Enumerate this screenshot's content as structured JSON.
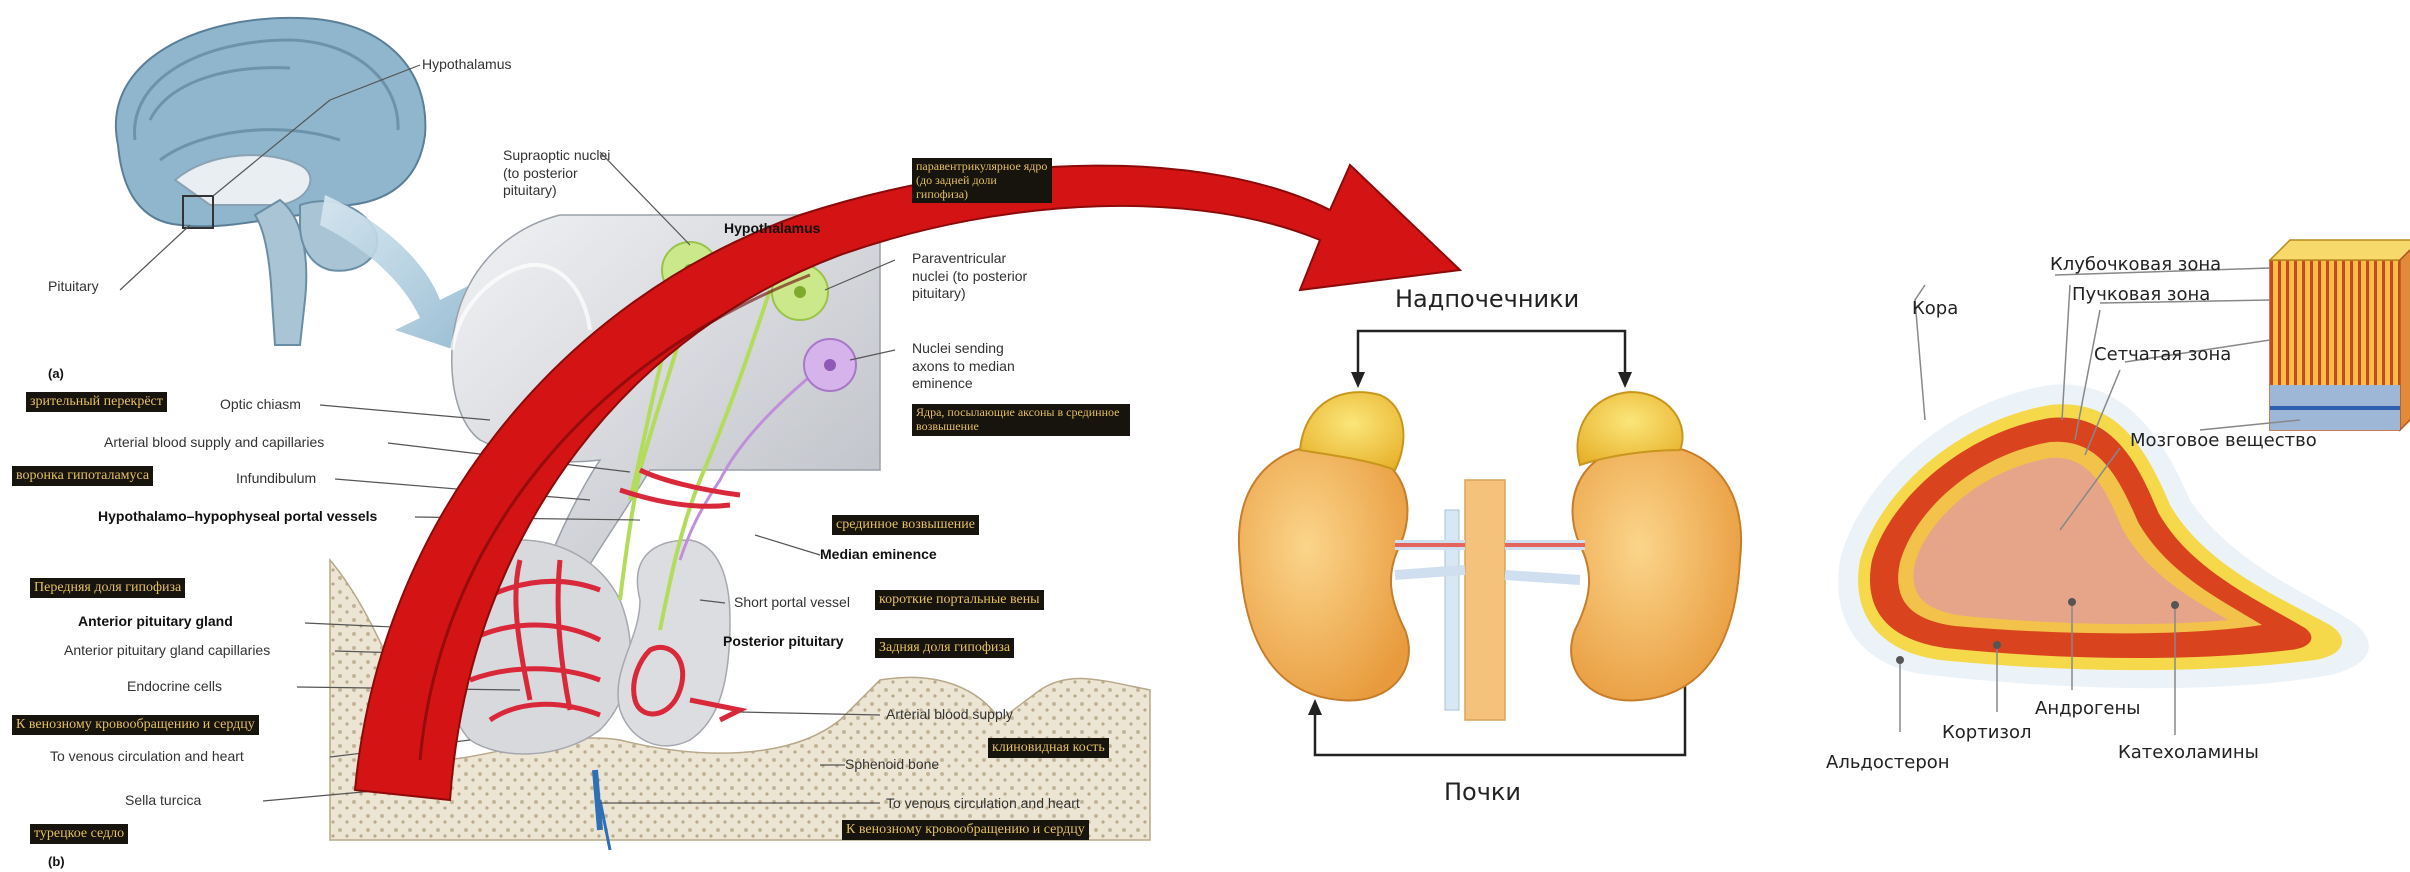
{
  "panel_markers": {
    "a": "(a)",
    "b": "(b)"
  },
  "brain_labels": {
    "hypothalamus": "Hypothalamus",
    "pituitary": "Pituitary"
  },
  "detail_labels": {
    "hypothalamus": "Hypothalamus",
    "supraoptic": "Supraoptic nuclei (to posterior pituitary)",
    "paraventricular": "Paraventricular nuclei (to posterior pituitary)",
    "nuclei_sending": "Nuclei sending axons to median eminence",
    "optic_chiasm": "Optic chiasm",
    "arterial_capillaries": "Arterial blood supply and capillaries",
    "infundibulum": "Infundibulum",
    "portal_vessels": "Hypothalamo–hypophyseal portal vessels",
    "median_eminence": "Median eminence",
    "short_portal": "Short portal vessel",
    "anterior_gland": "Anterior pituitary gland",
    "posterior_pituitary": "Posterior pituitary",
    "anterior_capillaries": "Anterior pituitary gland capillaries",
    "endocrine_cells": "Endocrine cells",
    "arterial_supply": "Arterial blood supply",
    "venous_left": "To venous circulation and heart",
    "sphenoid": "Sphenoid bone",
    "sella": "Sella turcica",
    "venous_right": "To venous circulation and heart"
  },
  "russian_labels": {
    "paraventricular": "паравентрикулярное ядро (до задней доли гипофиза)",
    "optic_chiasm": "зрительный перекрёст",
    "nuclei_sending": "Ядра, посылающие аксоны в срединное возвышение",
    "infundibulum": "воронка гипоталамуса",
    "median_eminence": "срединное возвышение",
    "anterior_lobe": "Передняя доля гипофиза",
    "short_portal": "короткие портальные вены",
    "posterior_lobe": "Задняя доля гипофиза",
    "venous_left": "К венозному кровообращению и сердцу",
    "sphenoid": "клиновидная кость",
    "sella": "турецкое седло",
    "venous_right": "К венозному кровообращению и сердцу"
  },
  "kidney_labels": {
    "adrenals": "Надпочечники",
    "kidneys": "Почки"
  },
  "adrenal_labels": {
    "cortex": "Кора",
    "glomerular": "Клубочковая зона",
    "fascicular": "Пучковая зона",
    "reticular": "Сетчатая зона",
    "medulla": "Мозговое вещество",
    "androgens": "Андрогены",
    "cortisol": "Кортизол",
    "aldosterone": "Альдостерон",
    "catecholamines": "Катехоламины"
  },
  "colors": {
    "arrow_red": "#d41414",
    "label_bg": "#17130d",
    "label_text": "#e3c15f",
    "kidney": "#f2b35b",
    "adrenal_gland": "#f3c640",
    "cortex_red": "#d9431e",
    "medulla_pink": "#e6a588",
    "nerve_green": "#b3dc5a",
    "nerve_purple": "#c08fdb",
    "vessel_red": "#d8283a"
  }
}
